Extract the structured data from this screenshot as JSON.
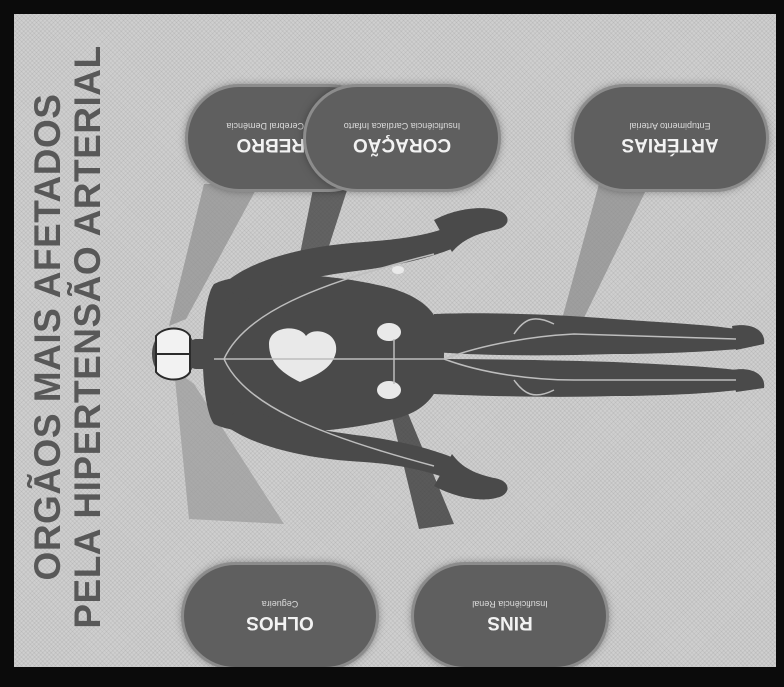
{
  "title": {
    "line1": "ORGÃOS MAIS AFETADOS",
    "line2": "PELA HIPERTENSÃO ARTERIAL"
  },
  "organs": [
    {
      "name": "OLHOS",
      "detail": "Cegueira"
    },
    {
      "name": "RINS",
      "detail": "Insuficiência Renal"
    },
    {
      "name": "CÉREBRO",
      "detail": "Derrame Cerebral Demência"
    },
    {
      "name": "CORAÇÃO",
      "detail": "Insuficiência Cardíaca Infarto"
    },
    {
      "name": "ARTÉRIAS",
      "detail": "Entupimento Arterial"
    }
  ],
  "colors": {
    "background": "#cfcfcf",
    "body": "#4a4a4a",
    "pill": "#5f5f5f",
    "pill_text": "#f2f2f2",
    "title": "#585858"
  }
}
